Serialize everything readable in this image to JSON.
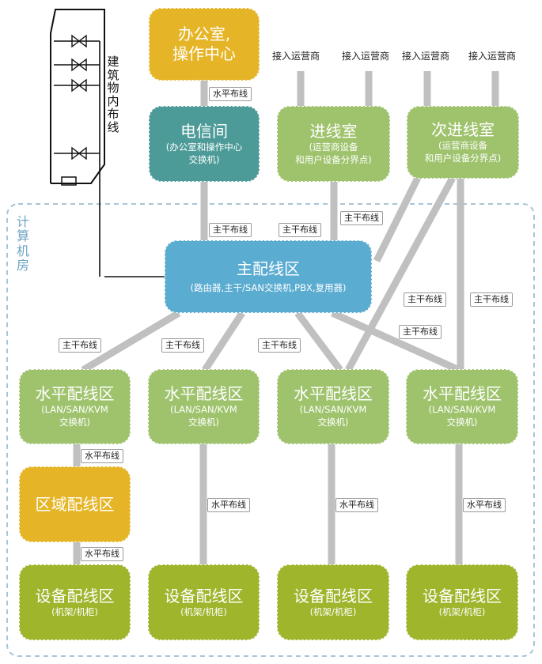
{
  "building_cabling": [
    "建",
    "筑",
    "物",
    "内",
    "布",
    "线"
  ],
  "computer_room": [
    "计",
    "算",
    "机",
    "房"
  ],
  "office": {
    "line1": "办公室,",
    "line2": "操作中心"
  },
  "telecom": {
    "title": "电信间",
    "sub1": "(办公室和操作中心",
    "sub2": "交换机)"
  },
  "entrance": {
    "title": "进线室",
    "sub1": "(运营商设备",
    "sub2": "和用户设备分界点)"
  },
  "secondary_entrance": {
    "title": "次进线室",
    "sub1": "(运营商设备",
    "sub2": "和用户设备分界点)"
  },
  "carrier_label": "接入运营商",
  "main_distribution": {
    "title": "主配线区",
    "sub": "(路由器,主干/SAN交换机,PBX,复用器)"
  },
  "horizontal_distribution": {
    "title": "水平配线区",
    "sub1": "(LAN/SAN/KVM",
    "sub2": "交换机)"
  },
  "zone_distribution": {
    "title": "区域配线区"
  },
  "equipment_distribution": {
    "title": "设备配线区",
    "sub": "(机架/机柜)"
  },
  "labels": {
    "horizontal": "水平布线",
    "backbone": "主干布线"
  },
  "colors": {
    "yellow": "#e6b527",
    "teal": "#4d9b98",
    "green": "#9fc36d",
    "blue": "#5aacd1",
    "olive": "#9fb52c",
    "line": "#c0c0c0",
    "dashed": "#a9c4d6"
  }
}
